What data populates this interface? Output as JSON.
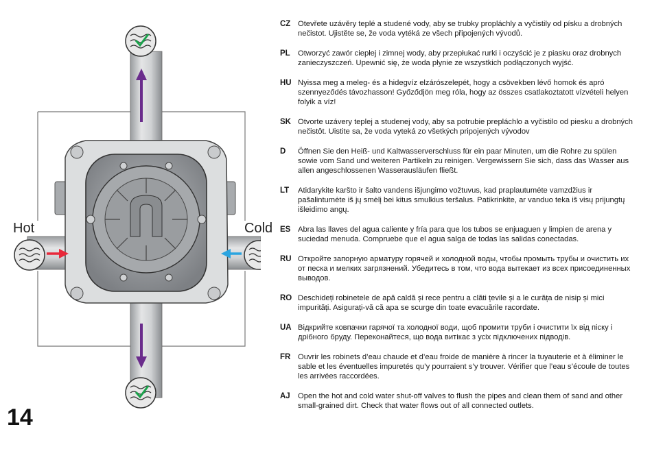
{
  "page_number": "14",
  "labels": {
    "hot": "Hot",
    "cold": "Cold"
  },
  "colors": {
    "hot_arrow": "#e8283a",
    "cold_arrow": "#2aa4e0",
    "flow_arrow": "#6a2c8c",
    "check": "#1aa24b",
    "valve_body": "#8f9296"
  },
  "icons": [
    "water-check-icon",
    "water-wave-icon"
  ],
  "instructions": [
    {
      "code": "CZ",
      "text": "Otevřete uzávěry teplé a studené vody, aby se trubky propláchly a vyčistily od písku a drobných nečistot. Ujistěte se, že voda vytéká ze všech připojených vývodů."
    },
    {
      "code": "PL",
      "text": "Otworzyć zawór ciepłej i zimnej wody, aby przepłukać rurki i oczyścić je z piasku oraz drobnych zanieczyszczeń. Upewnić się, że woda płynie ze wszystkich podłączonych wyjść."
    },
    {
      "code": "HU",
      "text": "Nyissa meg a meleg- és a hidegvíz elzárószelepét, hogy a csövekben lévő homok és apró szennyeződés távozhasson! Győződjön meg róla, hogy az összes csatlakoztatott vízvételi helyen folyik a víz!"
    },
    {
      "code": "SK",
      "text": "Otvorte uzávery teplej a studenej vody, aby sa potrubie prepláchlo a vyčistilo od piesku a drobných nečistôt. Uistite sa, že voda vyteká zo všetkých pripojených vývodov"
    },
    {
      "code": "D",
      "text": "Öffnen Sie den Heiß- und Kaltwasserverschluss für ein paar Minuten, um die Rohre zu spülen sowie vom Sand und weiteren Partikeln zu reinigen. Vergewissern Sie sich, dass das Wasser aus allen angeschlossenen Wasserausläufen fließt."
    },
    {
      "code": "LT",
      "text": "Atidarykite karšto ir šalto vandens išjungimo vožtuvus, kad praplautumėte vamzdžius ir pašalintumėte iš jų smėlį bei kitus smulkius teršalus. Patikrinkite, ar vanduo teka iš visų prijungtų išleidimo angų."
    },
    {
      "code": "ES",
      "text": "Abra las llaves del agua caliente y fría para que los tubos se enjuaguen y limpien de arena y suciedad menuda. Compruebe que el agua salga de todas las salidas conectadas."
    },
    {
      "code": "RU",
      "text": "Откройте запорную арматуру горячей и холодной воды, чтобы промыть трубы и очистить их от песка и мелких загрязнений. Убедитесь в том, что вода вытекает из всех присоединенных выводов."
    },
    {
      "code": "RO",
      "text": "Deschideți robinetele de apă caldă și rece pentru a clăti țevile și a le curăța de nisip și mici impurități. Asigurați-vă că apa se scurge din toate evacuările racordate."
    },
    {
      "code": "UA",
      "text": "Відкрийте ковпачки гарячої та холодної води, щоб промити труби і очистити їх від піску і дрібного бруду. Переконайтеся, що вода витікає з усіх підключених підводів."
    },
    {
      "code": "FR",
      "text": "Ouvrir les robinets d’eau chaude et d’eau froide de manière à rincer la tuyauterie et à éliminer le sable et les éventuelles impuretés qu’y pourraient s’y trouver. Vérifier que l’eau s’écoule de toutes les arrivées raccordées."
    },
    {
      "code": "AJ",
      "text": "Open the hot and cold water shut-off valves to flush the pipes and clean them of sand and other small-grained dirt. Check that water flows out of all connected outlets."
    }
  ]
}
